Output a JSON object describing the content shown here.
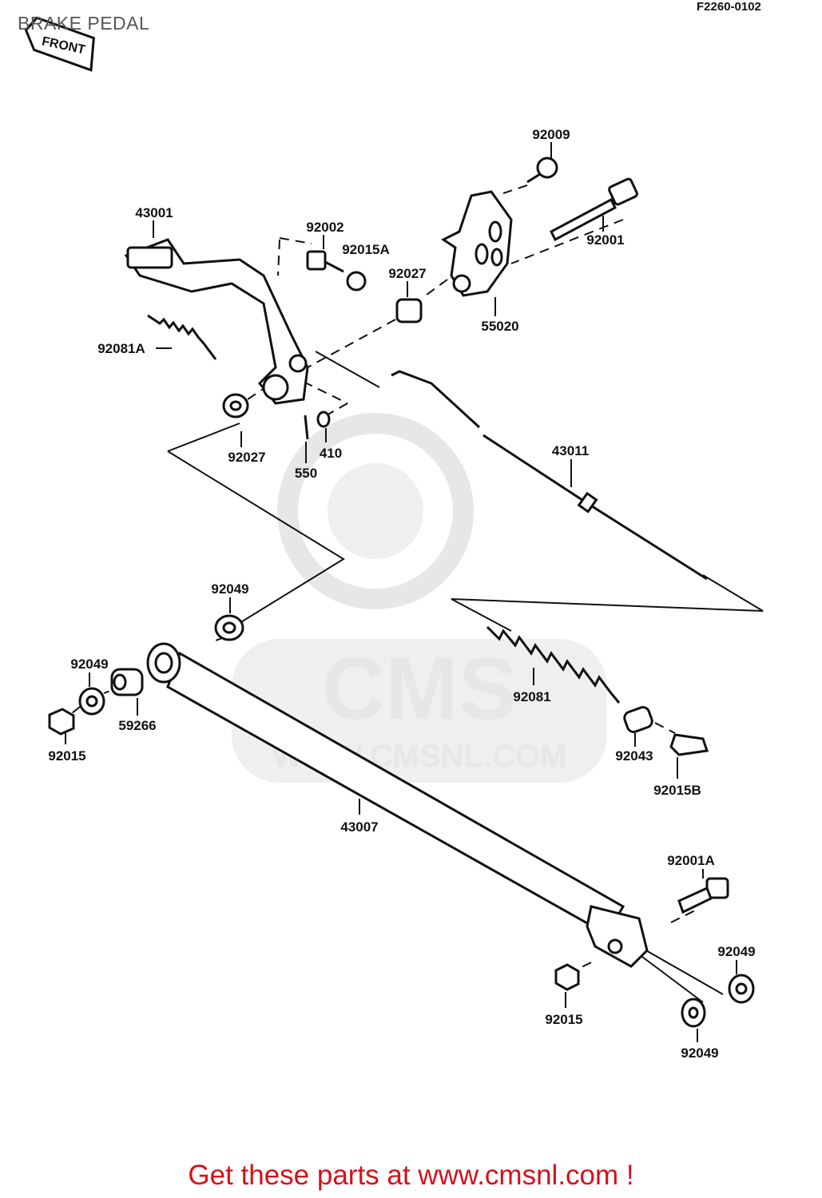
{
  "page": {
    "title": "BRAKE PEDAL",
    "figure_code": "F2260-0102",
    "front_label": "FRONT",
    "footer_text": "Get these parts at www.cmsnl.com !"
  },
  "watermark": {
    "brand": "CMS",
    "url": "WWW.CMSNL.COM"
  },
  "parts": [
    {
      "id": "p43001",
      "number": "43001"
    },
    {
      "id": "p92002",
      "number": "92002"
    },
    {
      "id": "p92015A",
      "number": "92015A"
    },
    {
      "id": "p92009",
      "number": "92009"
    },
    {
      "id": "p92001",
      "number": "92001"
    },
    {
      "id": "p92027a",
      "number": "92027"
    },
    {
      "id": "p55020",
      "number": "55020"
    },
    {
      "id": "p92081A",
      "number": "92081A"
    },
    {
      "id": "p92027b",
      "number": "92027"
    },
    {
      "id": "p410",
      "number": "410"
    },
    {
      "id": "p550",
      "number": "550"
    },
    {
      "id": "p43011",
      "number": "43011"
    },
    {
      "id": "p92049a",
      "number": "92049"
    },
    {
      "id": "p92049b",
      "number": "92049"
    },
    {
      "id": "p59266",
      "number": "59266"
    },
    {
      "id": "p92015",
      "number": "92015"
    },
    {
      "id": "p92081",
      "number": "92081"
    },
    {
      "id": "p92043",
      "number": "92043"
    },
    {
      "id": "p92015B",
      "number": "92015B"
    },
    {
      "id": "p43007",
      "number": "43007"
    },
    {
      "id": "p92001A",
      "number": "92001A"
    },
    {
      "id": "p92049c",
      "number": "92049"
    },
    {
      "id": "p92015c",
      "number": "92015"
    },
    {
      "id": "p92049d",
      "number": "92049"
    }
  ],
  "colors": {
    "footer": "#d6111b",
    "title": "#555555",
    "line": "#111111",
    "watermark": "#e7e7e7"
  }
}
